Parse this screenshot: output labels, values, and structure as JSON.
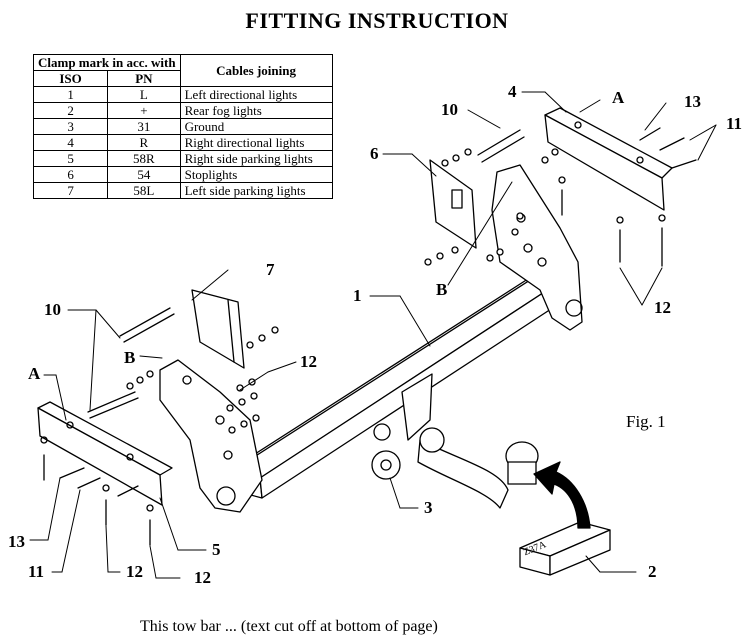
{
  "title": "FITTING INSTRUCTION",
  "table": {
    "header_mark": "Clamp mark in acc. with",
    "header_iso": "ISO",
    "header_pn": "PN",
    "header_cables": "Cables joining",
    "rows": [
      {
        "iso": "1",
        "pn": "L",
        "desc": "Left directional lights"
      },
      {
        "iso": "2",
        "pn": "+",
        "desc": "Rear fog lights"
      },
      {
        "iso": "3",
        "pn": "31",
        "desc": "Ground"
      },
      {
        "iso": "4",
        "pn": "R",
        "desc": "Right directional lights"
      },
      {
        "iso": "5",
        "pn": "58R",
        "desc": "Right side parking lights"
      },
      {
        "iso": "6",
        "pn": "54",
        "desc": "Stoplights"
      },
      {
        "iso": "7",
        "pn": "58L",
        "desc": "Left side parking lights"
      }
    ]
  },
  "labels": {
    "p1": "1",
    "p2": "2",
    "p3": "3",
    "p4": "4",
    "p5": "5",
    "p6": "6",
    "p7": "7",
    "p10_top": "10",
    "p10_left": "10",
    "p11_right": "11",
    "p11_left": "11",
    "p12_right": "12",
    "p12_mid": "12",
    "p12_bot1": "12",
    "p12_bot2": "12",
    "p13_right": "13",
    "p13_left": "13",
    "a_right": "A",
    "a_left": "A",
    "b_right": "B",
    "b_left": "B",
    "box_code": "Z37A"
  },
  "figure_label": "Fig. 1",
  "footer": "This tow bar ... (text cut off at bottom of page)"
}
